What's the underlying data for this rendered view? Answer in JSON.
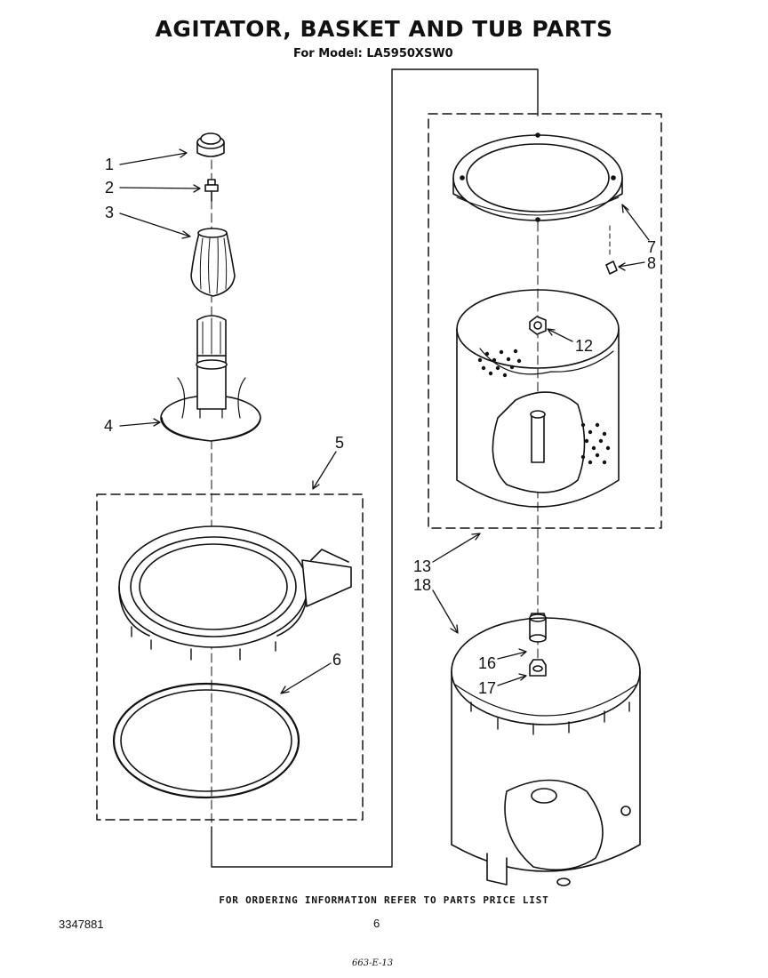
{
  "header": {
    "title": "AGITATOR, BASKET AND TUB PARTS",
    "model_line": "For Model: LA5950XSW0"
  },
  "callouts": {
    "c1": "1",
    "c2": "2",
    "c3": "3",
    "c4": "4",
    "c5": "5",
    "c6": "6",
    "c7": "7",
    "c8": "8",
    "c12": "12",
    "c13": "13",
    "c18": "18",
    "c16": "16",
    "c17": "17"
  },
  "footer": {
    "ordering_note": "FOR ORDERING INFORMATION REFER TO PARTS PRICE LIST",
    "doc_number": "3347881",
    "page_number": "6",
    "handwritten_code": "663-E-13"
  }
}
